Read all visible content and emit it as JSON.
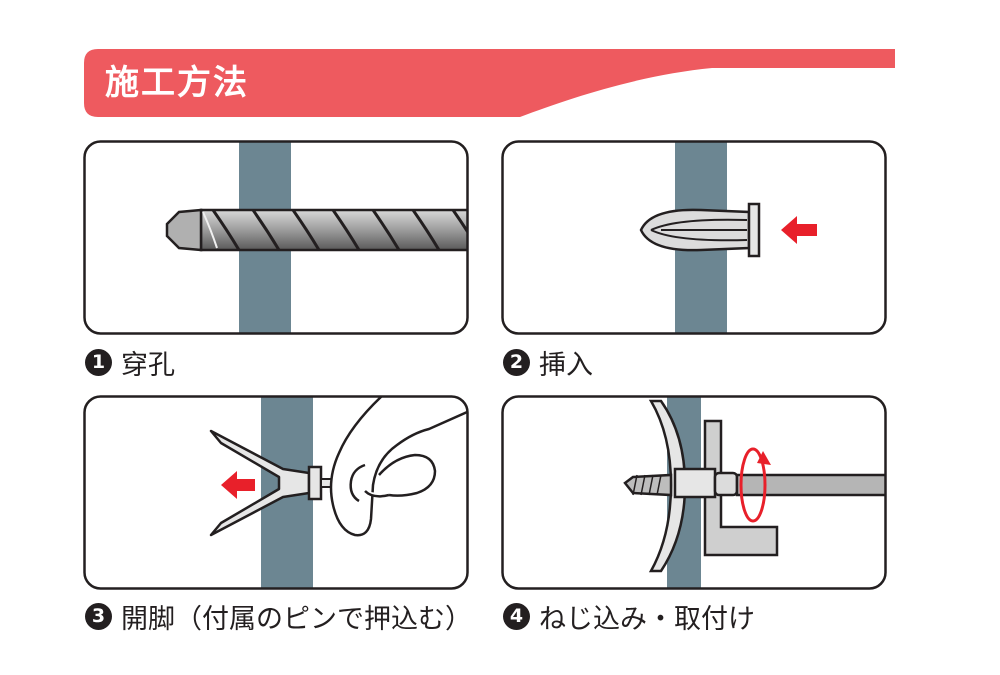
{
  "header": {
    "title": "施工方法",
    "color": "#ee5a5f"
  },
  "colors": {
    "wall": "#6c8692",
    "frame": "#231f20",
    "arrow": "#e8202a",
    "metal": "#8d8d8d"
  },
  "steps": [
    {
      "number": "1",
      "label": "穿孔",
      "icon": "drill-bit-icon"
    },
    {
      "number": "2",
      "label": "挿入",
      "icon": "anchor-plug-icon"
    },
    {
      "number": "3",
      "label": "開脚（付属のピンで押込む）",
      "icon": "hand-pin-icon"
    },
    {
      "number": "4",
      "label": "ねじ込み・取付け",
      "icon": "screw-bracket-icon"
    }
  ]
}
